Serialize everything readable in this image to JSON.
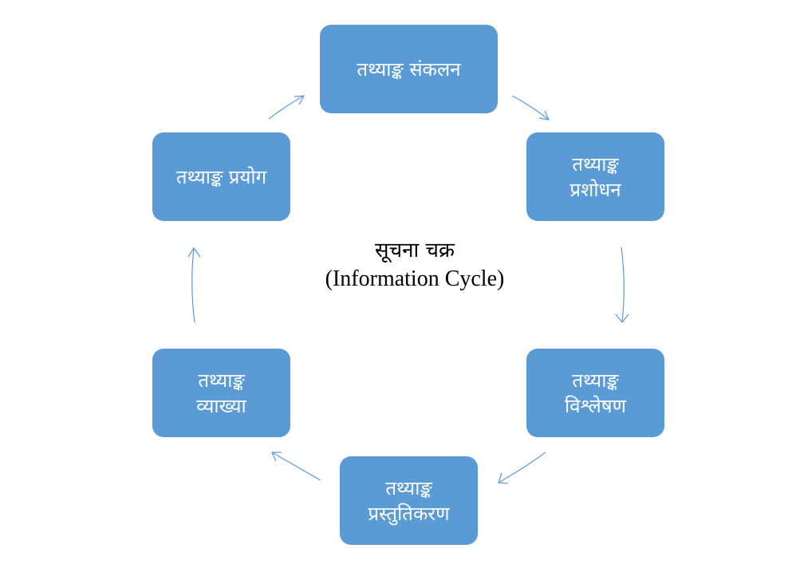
{
  "diagram": {
    "title_line1": "सूचना चक्र",
    "title_line2": "(Information Cycle)",
    "node_color": "#5b9bd5",
    "arrow_color": "#5b9bd5",
    "nodes": [
      {
        "line1": "तथ्याङ्क संकलन",
        "line2": ""
      },
      {
        "line1": "तथ्याङ्क",
        "line2": "प्रशोधन"
      },
      {
        "line1": "तथ्याङ्क",
        "line2": "विश्लेषण"
      },
      {
        "line1": "तथ्याङ्क",
        "line2": "प्रस्तुतिकरण"
      },
      {
        "line1": "तथ्याङ्क",
        "line2": "व्याख्या"
      },
      {
        "line1": "तथ्याङ्क प्रयोग",
        "line2": ""
      }
    ]
  }
}
